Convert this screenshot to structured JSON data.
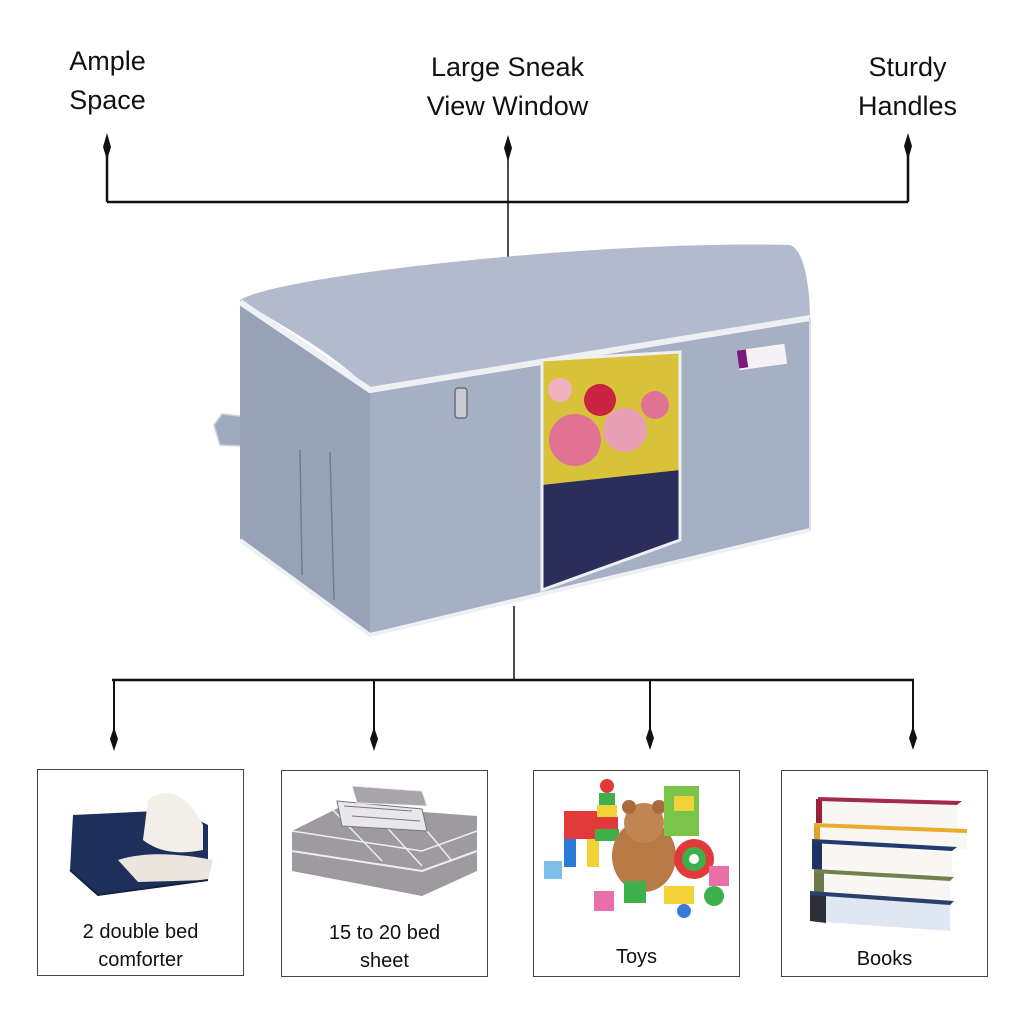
{
  "features": [
    {
      "line1": "Ample",
      "line2": "Space"
    },
    {
      "line1": "Large Sneak",
      "line2": "View Window"
    },
    {
      "line1": "Sturdy",
      "line2": "Handles"
    }
  ],
  "product": {
    "name": "storage-bag",
    "body_color": "#a9b3c6",
    "trim_color": "#eef0f4",
    "tag_accent": "#7a1a7a"
  },
  "uses": [
    {
      "line1": "2 double bed",
      "line2": "comforter",
      "icon": "comforter-image"
    },
    {
      "line1": "15 to 20 bed",
      "line2": "sheet",
      "icon": "bedsheet-image"
    },
    {
      "line1": "Toys",
      "line2": "",
      "icon": "toys-image"
    },
    {
      "line1": "Books",
      "line2": "",
      "icon": "books-image"
    }
  ]
}
